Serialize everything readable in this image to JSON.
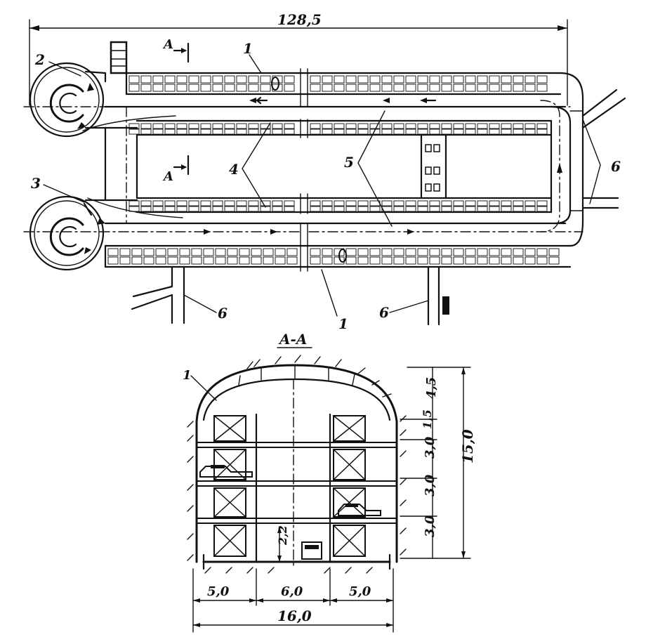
{
  "plan": {
    "overall_length": "128,5",
    "section_mark": "A",
    "callouts": {
      "n1": "1",
      "n2": "2",
      "n3": "3",
      "n4": "4",
      "n5": "5",
      "n6": "6"
    }
  },
  "section": {
    "title": "A-A",
    "callout_1": "1",
    "heights": [
      "4,5",
      "1,5",
      "3,0",
      "3,0",
      "3,0"
    ],
    "total_height": "15,0",
    "clearance": "2,2",
    "widths": [
      "5,0",
      "6,0",
      "5,0"
    ],
    "total_width": "16,0"
  }
}
